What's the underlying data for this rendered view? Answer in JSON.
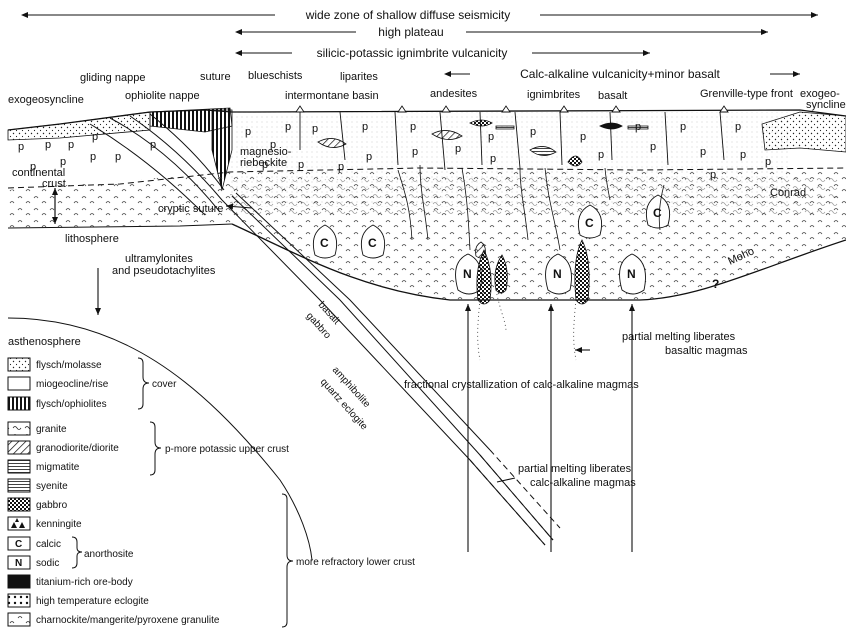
{
  "top_ranges": {
    "seismicity": "wide zone of shallow diffuse seismicity",
    "plateau": "high plateau",
    "ignimbrite": "silicic-potassic ignimbrite vulcanicity",
    "calc_alkaline": "Calc-alkaline vulcanicity+minor basalt"
  },
  "labels": {
    "gliding_nappe": "gliding nappe",
    "suture": "suture",
    "blueschists": "blueschists",
    "exogeosyncline_left": "exogeosyncline",
    "ophiolite_nappe": "ophiolite nappe",
    "liparites": "liparites",
    "intermontane_basin": "intermontane basin",
    "andesites": "andesites",
    "ignimbrites": "ignimbrites",
    "basalt": "basalt",
    "grenville_front": "Grenville-type front",
    "exogeosyncline_right_1": "exogeo-",
    "exogeosyncline_right_2": "syncline",
    "magnesio_1": "magnesio-",
    "magnesio_2": "riebeckite",
    "continental_1": "continental",
    "continental_2": "crust",
    "cryptic_suture": "cryptic suture",
    "conrad": "Conrad",
    "lithosphere": "lithosphere",
    "ultramylonites_1": "ultramylonites",
    "ultramylonites_2": "and pseudotachylites",
    "moho": "Moho",
    "asthenosphere": "asthenosphere",
    "basalt_slab": "basalt",
    "gabbro_slab": "gabbro",
    "amphibolite_slab": "amphibolite",
    "quartz_eclogite_slab": "quartz eclogite",
    "partial_basaltic_1": "partial melting liberates",
    "partial_basaltic_2": "basaltic magmas",
    "fractional": "fractional crystallization of calc-alkaline magmas",
    "partial_calc_1": "partial melting liberates",
    "partial_calc_2": "calc-alkaline magmas",
    "p_symbol": "p",
    "c_symbol": "C",
    "n_symbol": "N",
    "question_mark": "?"
  },
  "legend": {
    "items": [
      "flysch/molasse",
      "miogeocline/rise",
      "flysch/ophiolites",
      "granite",
      "granodiorite/diorite",
      "migmatite",
      "syenite",
      "gabbro",
      "kenningite",
      "calcic",
      "sodic",
      "titanium-rich ore-body",
      "high temperature eclogite",
      "charnockite/mangerite/pyroxene granulite"
    ],
    "c_key": "C",
    "n_key": "N",
    "anorthosite": "anorthosite",
    "cover": "cover",
    "upper_crust": "p-more potassic upper crust",
    "lower_crust": "more refractory lower crust"
  }
}
